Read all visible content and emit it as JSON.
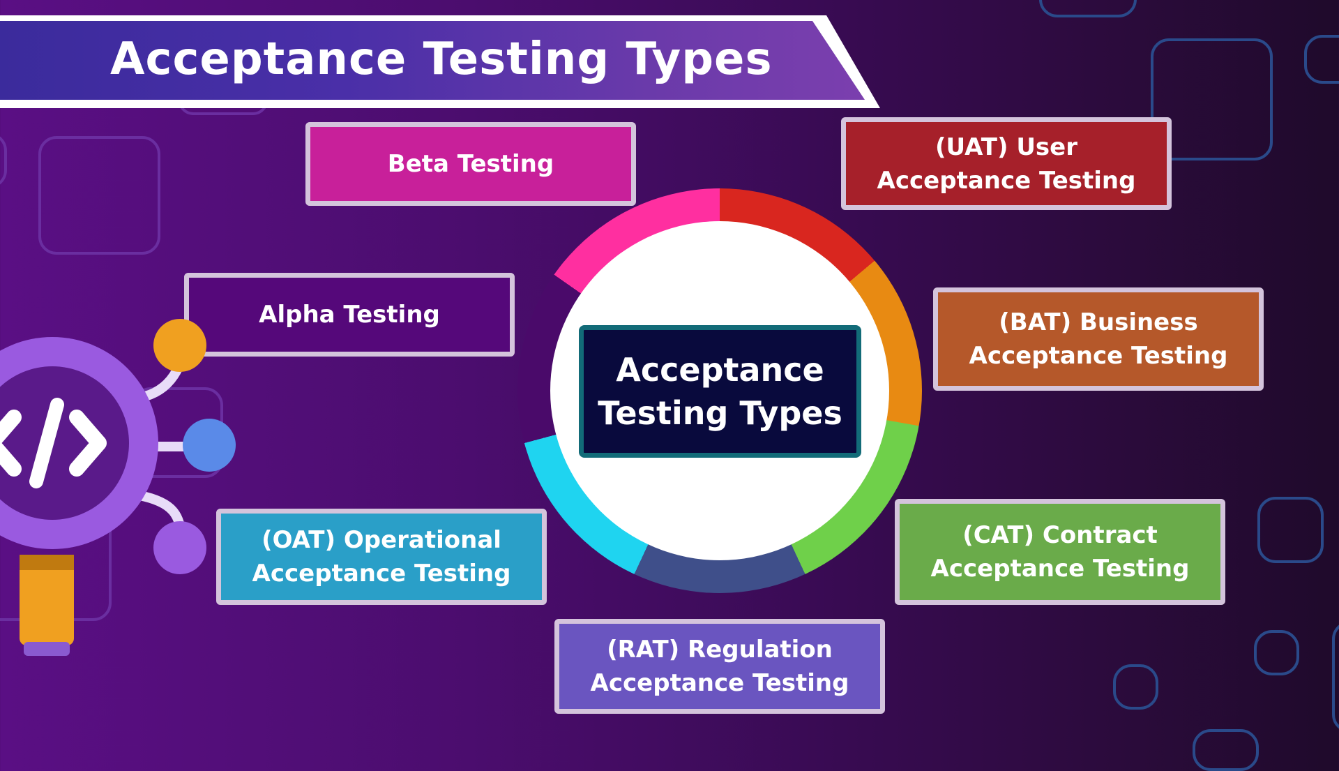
{
  "title": "Acceptance Testing Types",
  "center": {
    "label": "Acceptance Testing Types"
  },
  "nodes": [
    {
      "id": "beta",
      "label": "Beta Testing",
      "color": "#c8209a"
    },
    {
      "id": "uat",
      "label": "(UAT) User Acceptance Testing",
      "color": "#a6202a"
    },
    {
      "id": "alpha",
      "label": "Alpha Testing",
      "color": "#55087a"
    },
    {
      "id": "bat",
      "label": "(BAT) Business Acceptance Testing",
      "color": "#b5582a"
    },
    {
      "id": "oat",
      "label": "(OAT) Operational Acceptance Testing",
      "color": "#2a9fc8"
    },
    {
      "id": "cat",
      "label": "(CAT) Contract Acceptance Testing",
      "color": "#6aab4a"
    },
    {
      "id": "rat",
      "label": "(RAT) Regulation Acceptance Testing",
      "color": "#6a55c0"
    }
  ],
  "ring_colors": [
    "#d9261f",
    "#e88a12",
    "#6fd04a",
    "#3f4f8a",
    "#1fd4f0",
    "#4a0a6a",
    "#ff2fa0"
  ],
  "icons": [
    "code-magnifier-icon"
  ]
}
